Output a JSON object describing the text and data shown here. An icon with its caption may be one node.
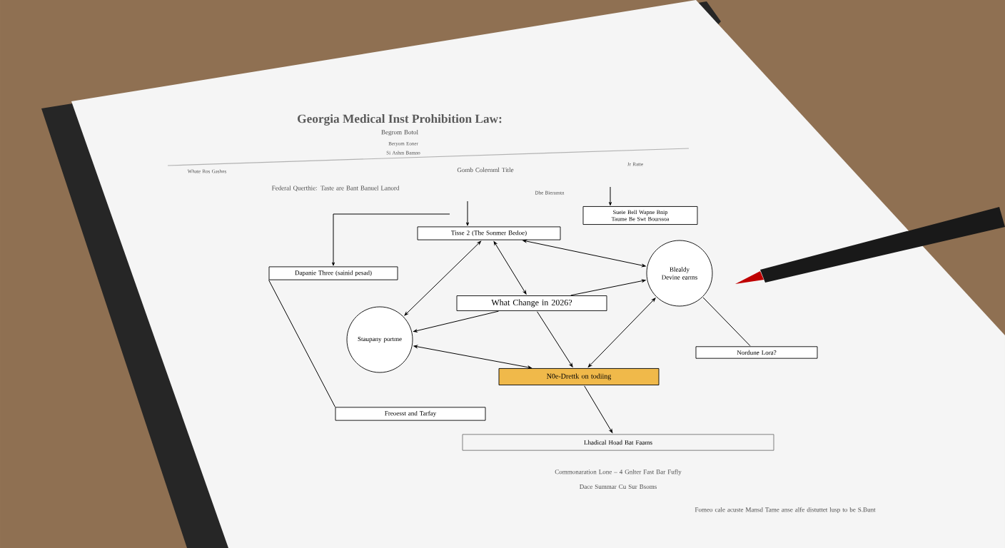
{
  "diagram": {
    "title": "Georgia Medical Inst Prohibition Law:",
    "nodes": [
      {
        "text": [
          "Tisse 2 (The Sonmer Bedoe)"
        ]
      },
      {
        "text": [
          "Dapanie Three (sainid pesad)"
        ]
      },
      {
        "text": [
          "Sueie Bell Wapne Bnip Taume Be Swt Bourssoa"
        ]
      },
      {
        "text": [
          "Blealdy Devine earms"
        ]
      },
      {
        "text": [
          "What Change in 2026?"
        ]
      },
      {
        "text": [
          "Staupany portme"
        ]
      },
      {
        "text": [
          "Nordune Lora?"
        ]
      },
      {
        "text": [
          "N0e-Drettk on todiing"
        ]
      },
      {
        "text": [
          "Freoesst and Tarfay"
        ]
      },
      {
        "text": [
          "Lhadical Hoad Bat Faams"
        ]
      }
    ],
    "edges": [
      {
        "from": null,
        "to": 0,
        "arrow": "to"
      },
      {
        "from": null,
        "to": 1,
        "arrow": "to"
      },
      {
        "from": null,
        "to": 2,
        "arrow": "to"
      },
      {
        "from": 1,
        "to": 8,
        "arrow": "none"
      },
      {
        "from": 3,
        "to": 6,
        "arrow": "none"
      },
      {
        "from": 0,
        "to": 4,
        "arrow": "both"
      },
      {
        "from": 0,
        "to": 5,
        "arrow": "both"
      },
      {
        "from": 0,
        "to": 3,
        "arrow": "both"
      },
      {
        "from": 4,
        "to": 5,
        "arrow": "to"
      },
      {
        "from": 4,
        "to": 3,
        "arrow": "to"
      },
      {
        "from": 4,
        "to": 7,
        "arrow": "to"
      },
      {
        "from": 5,
        "to": 7,
        "arrow": "both"
      },
      {
        "from": 7,
        "to": 3,
        "arrow": "both"
      },
      {
        "from": 7,
        "to": 9,
        "arrow": "to"
      }
    ],
    "labels": [
      "Begrom Botol",
      "Beryom Eoner",
      "Si Ashm Bamno",
      "Whate Ros Gashns",
      "Gomb Colernml Title",
      "Federal Querthie: Taste are Bant Banuel Lanord",
      "Dhe Bieranstn",
      "Jr Ratte",
      "Commonaration Lone – 4 Gnlter Fast Bar Fufly",
      "Dace Summar Cu Sur Bsoms",
      "Fomeo cale acuste Mansd Tame anse alfe distuttet lusp to be S.Bunt"
    ]
  }
}
